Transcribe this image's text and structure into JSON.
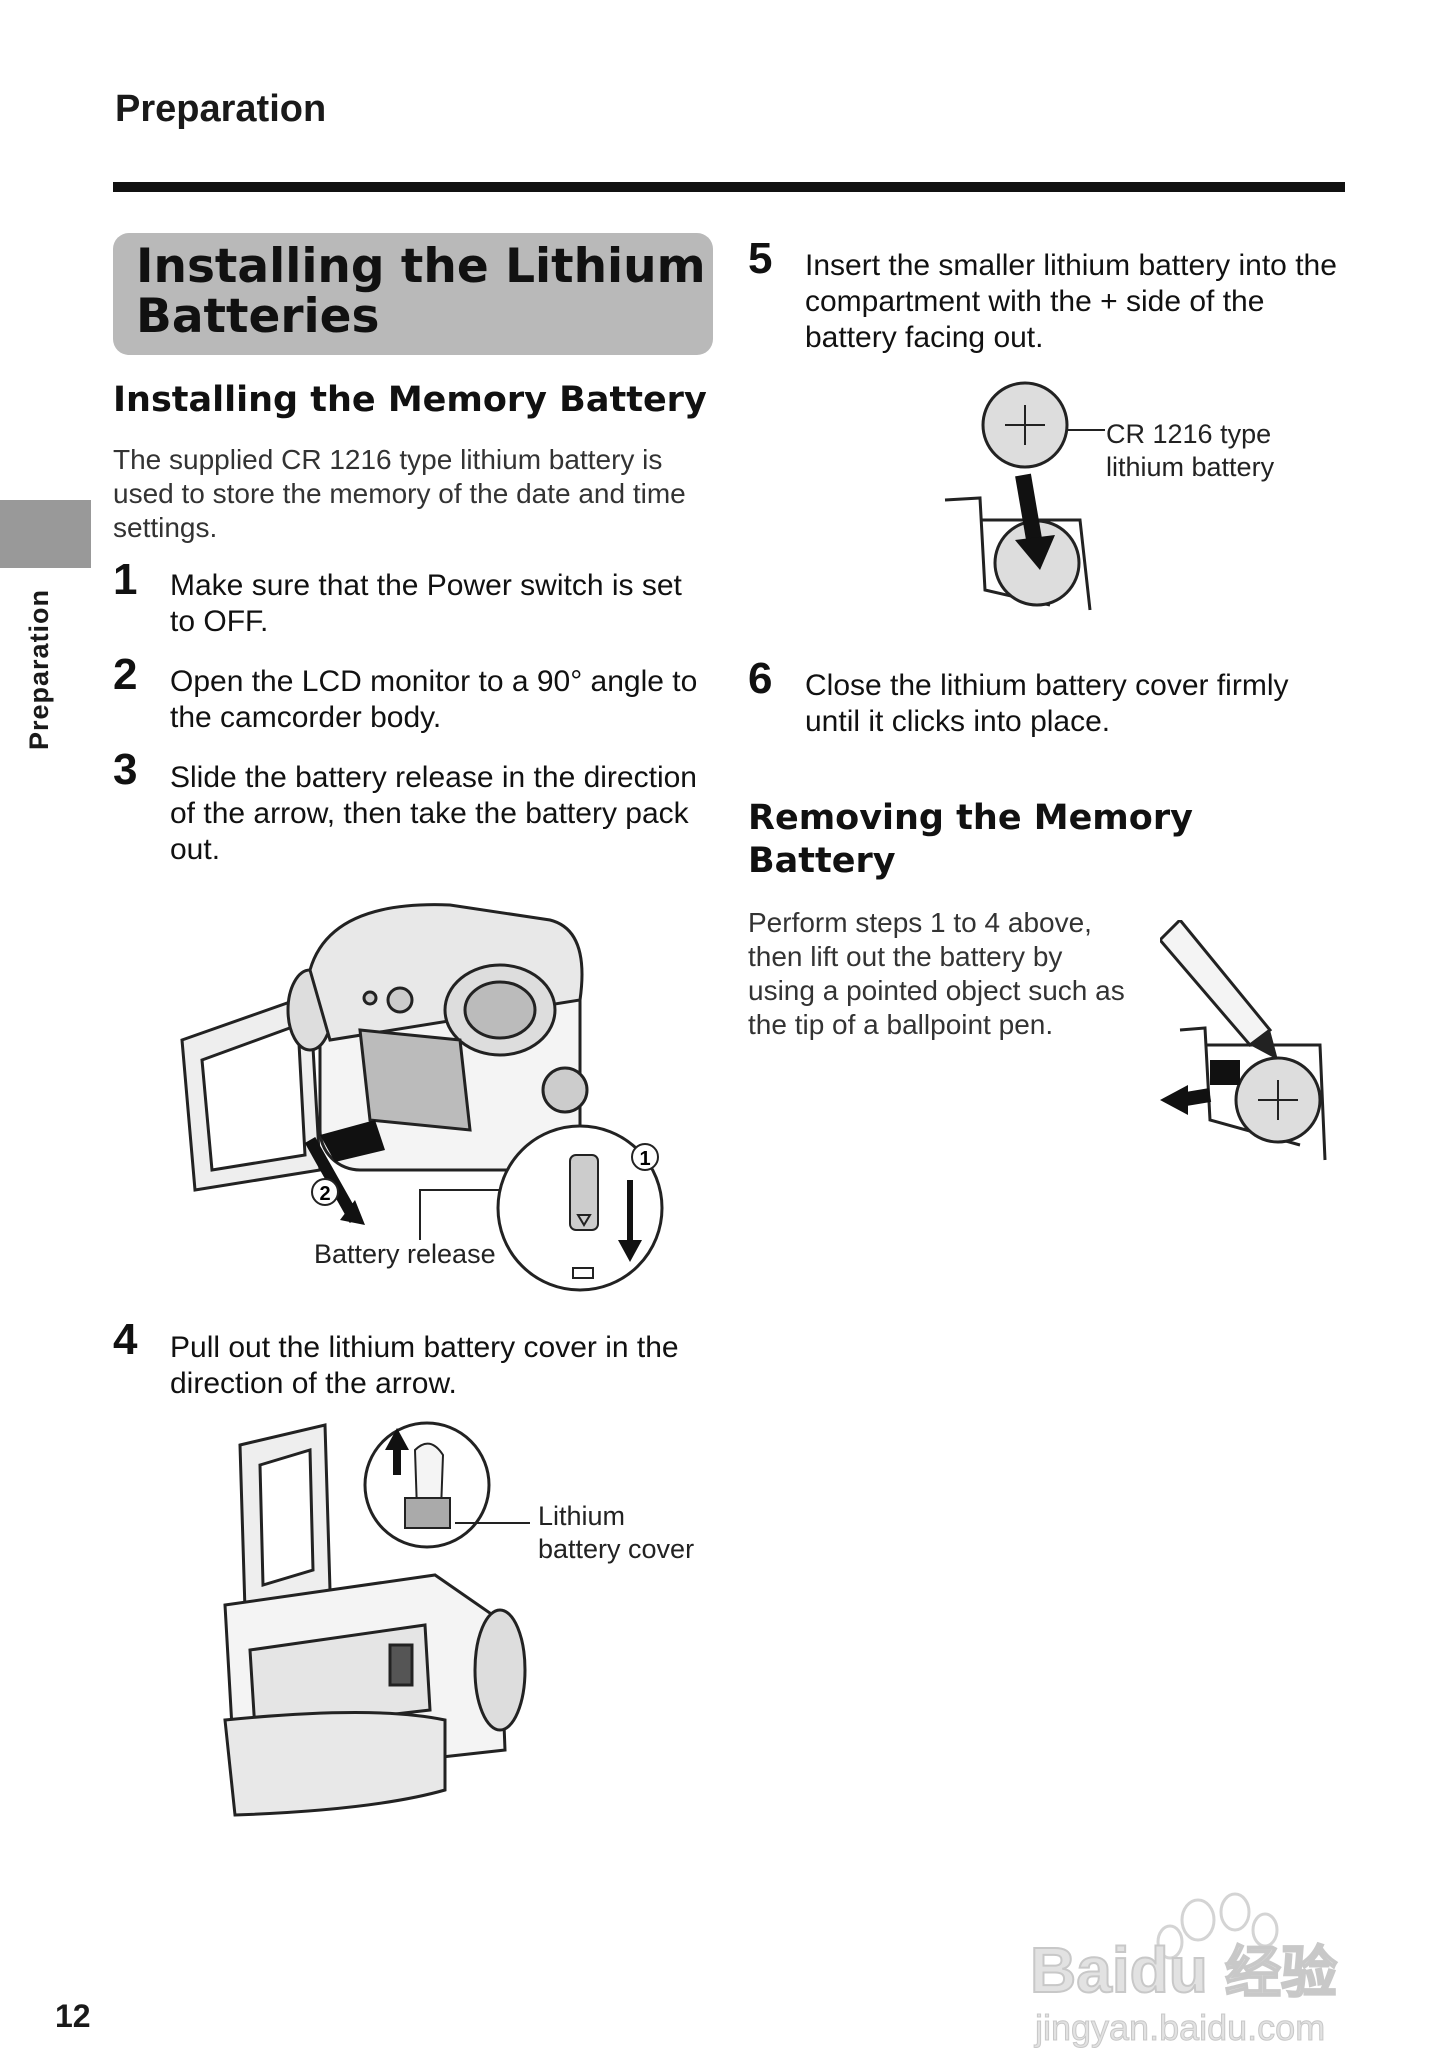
{
  "header": {
    "section": "Preparation",
    "side_tab": "Preparation",
    "page_number": "12"
  },
  "title": "Installing the Lithium Batteries",
  "memory_battery": {
    "heading": "Installing the Memory Battery",
    "intro": "The supplied CR 1216 type lithium battery is used to store the memory of the date and time settings.",
    "steps": [
      {
        "num": "1",
        "text": "Make sure that the Power switch is set to OFF."
      },
      {
        "num": "2",
        "text": "Open the LCD monitor to a 90° angle to the camcorder body."
      },
      {
        "num": "3",
        "text": "Slide the battery release in the direction of the arrow, then take the battery pack out."
      },
      {
        "num": "4",
        "text": "Pull out the lithium battery cover in the direction of the arrow."
      },
      {
        "num": "5",
        "text": "Insert the smaller lithium battery into the compartment with the + side of the battery facing out."
      },
      {
        "num": "6",
        "text": "Close the lithium battery cover firmly until it clicks into place."
      }
    ],
    "figure_labels": {
      "battery_release": "Battery release",
      "marker_1": "1",
      "marker_2": "2",
      "lithium_cover_line1": "Lithium",
      "lithium_cover_line2": "battery cover",
      "cr1216_line1": "CR 1216 type",
      "cr1216_line2": "lithium battery"
    }
  },
  "removing": {
    "heading_line1": "Removing the Memory",
    "heading_line2": "Battery",
    "text": "Perform steps 1 to 4 above, then lift out the battery by using a pointed object such as the tip of a ballpoint pen."
  },
  "watermark": {
    "brand": "Baidu",
    "cn": "经验",
    "url": "jingyan.baidu.com"
  }
}
